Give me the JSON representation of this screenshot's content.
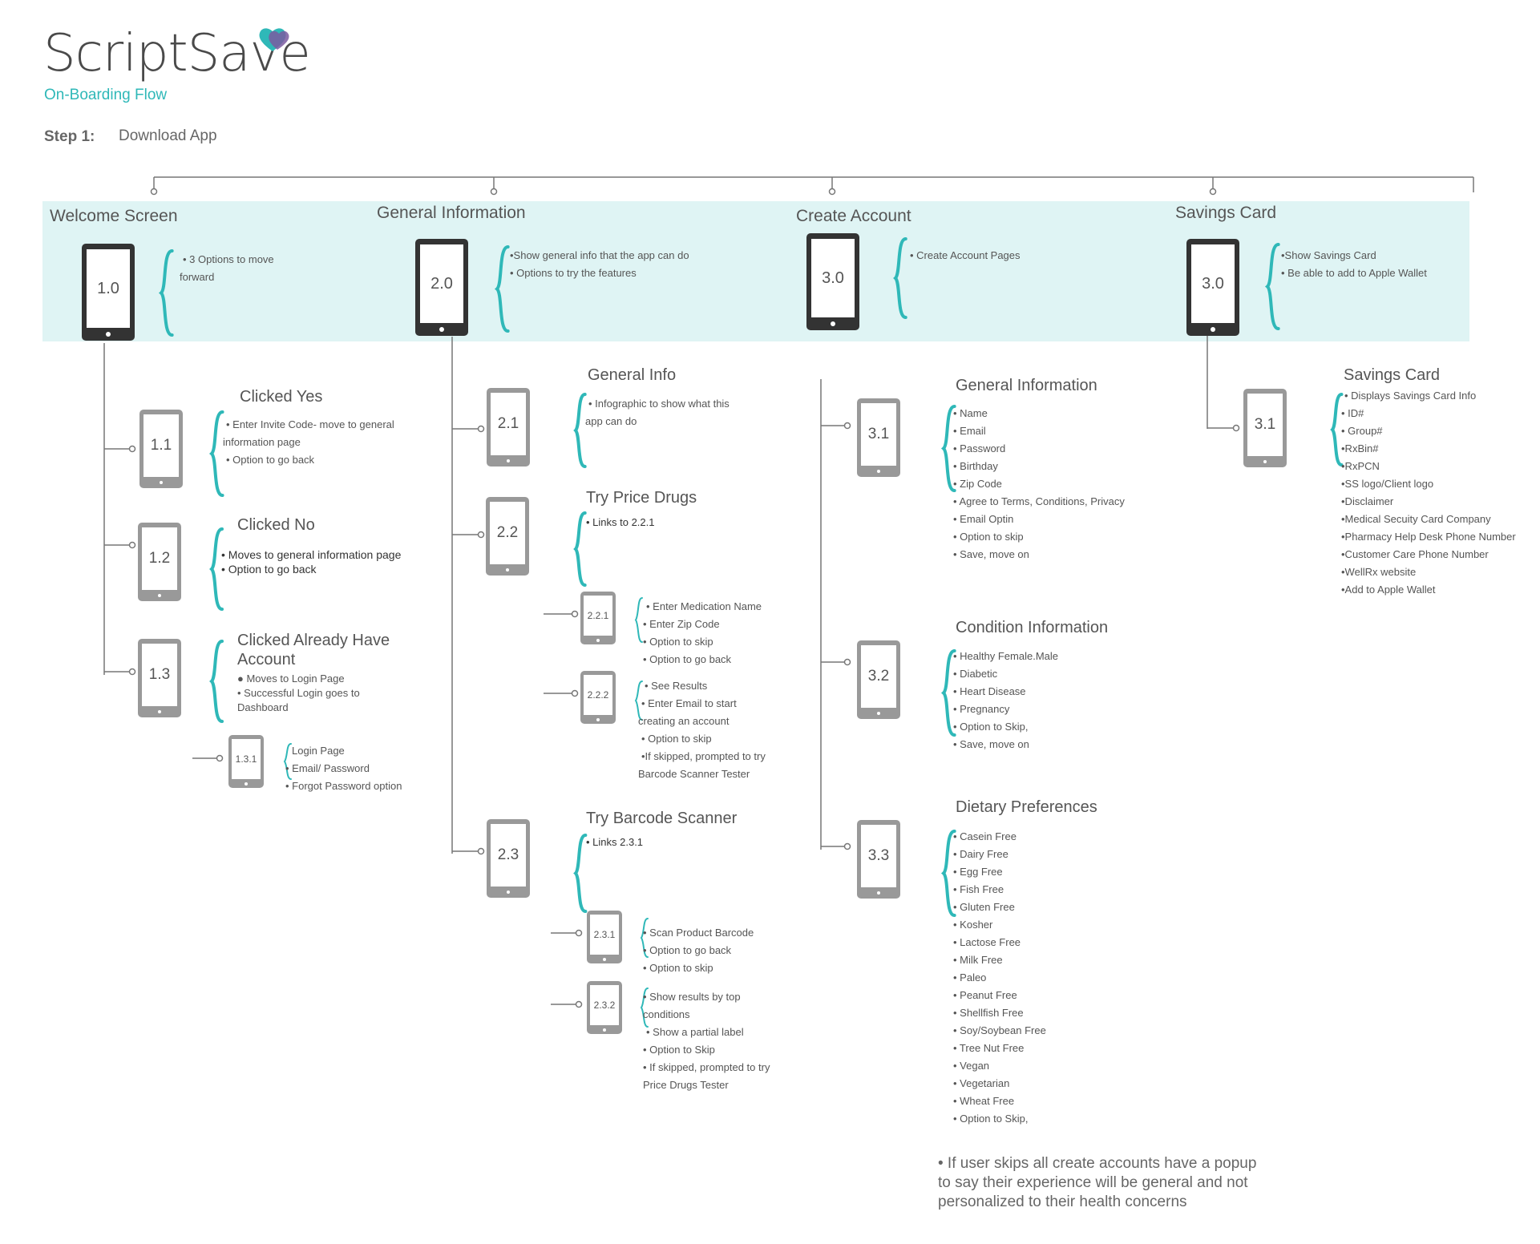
{
  "header": {
    "logo_text": "ScriptSave",
    "subtitle": "On-Boarding Flow",
    "step_label": "Step 1:",
    "step_value": "Download App"
  },
  "colors": {
    "accent": "#2fb8b8",
    "band": "#dff4f4",
    "phone_dark": "#333333",
    "phone_light": "#999999"
  },
  "stages": [
    {
      "title": "Welcome Screen",
      "phone": "1.0",
      "bullets": [
        "• 3 Options to move",
        "forward"
      ]
    },
    {
      "title": "General Information",
      "phone": "2.0",
      "bullets": [
        "•Show general info that the app can do",
        "• Options to try the features"
      ]
    },
    {
      "title": "Create Account",
      "phone": "3.0",
      "bullets": [
        "• Create Account Pages"
      ]
    },
    {
      "title": "Savings Card",
      "phone": "3.0",
      "bullets": [
        "•Show Savings Card",
        "• Be able to add to Apple Wallet"
      ]
    }
  ],
  "welcome": [
    {
      "title": "Clicked Yes",
      "phone": "1.1",
      "bullets": [
        "• Enter Invite Code- move to  general",
        "information page",
        "• Option to go back"
      ]
    },
    {
      "title": "Clicked No",
      "phone": "1.2",
      "bullets": [
        "• Moves to general information page",
        "• Option to go back"
      ]
    },
    {
      "title": "Clicked Already Have",
      "title2": "Account",
      "phone": "1.3",
      "bullets": [
        "●  Moves to Login Page",
        "• Successful Login goes to",
        "Dashboard"
      ]
    },
    {
      "phone": "1.3.1",
      "bullets": [
        "Login Page",
        "• Email/ Password",
        "• Forgot Password option"
      ]
    }
  ],
  "general": [
    {
      "title": "General Info",
      "phone": "2.1",
      "bullets": [
        "• Infographic to show what this",
        "app can do"
      ]
    },
    {
      "title": "Try Price Drugs",
      "phone": "2.2",
      "bullets": [
        "• Links to 2.2.1"
      ]
    },
    {
      "phone": "2.2.1",
      "bullets": [
        "• Enter Medication Name",
        "• Enter Zip Code",
        "• Option to skip",
        "• Option to go back"
      ]
    },
    {
      "phone": "2.2.2",
      "bullets": [
        "• See Results",
        "• Enter Email to start",
        "creating an account",
        "• Option to skip",
        "•If skipped, prompted to try",
        "Barcode Scanner Tester"
      ]
    },
    {
      "title": "Try Barcode Scanner",
      "phone": "2.3",
      "bullets": [
        "• Links 2.3.1"
      ]
    },
    {
      "phone": "2.3.1",
      "bullets": [
        "• Scan Product Barcode",
        "• Option to go back",
        "• Option to skip"
      ]
    },
    {
      "phone": "2.3.2",
      "bullets": [
        "• Show results by top",
        "conditions",
        "• Show a partial label",
        "• Option to Skip",
        "• If skipped, prompted to try",
        "Price Drugs Tester"
      ]
    }
  ],
  "account": [
    {
      "title": "General Information",
      "phone": "3.1",
      "bullets": [
        "• Name",
        "• Email",
        "• Password",
        "• Birthday",
        "• Zip Code",
        "• Agree to Terms, Conditions, Privacy",
        "• Email Optin",
        "•  Option to skip",
        "•  Save, move on"
      ]
    },
    {
      "title": "Condition Information",
      "phone": "3.2",
      "bullets": [
        "•  Healthy Female.Male",
        "•  Diabetic",
        "• Heart Disease",
        "• Pregnancy",
        "•  Option to Skip,",
        "•  Save, move on"
      ]
    },
    {
      "title": "Dietary Preferences",
      "phone": "3.3",
      "bullets": [
        "• Casein Free",
        "• Dairy Free",
        "• Egg Free",
        "• Fish Free",
        "• Gluten Free",
        "• Kosher",
        "• Lactose Free",
        "• Milk Free",
        "• Paleo",
        "• Peanut Free",
        "• Shellfish Free",
        "• Soy/Soybean Free",
        "• Tree Nut Free",
        "• Vegan",
        "• Vegetarian",
        "• Wheat Free",
        "•  Option to Skip,"
      ]
    }
  ],
  "savings": [
    {
      "title": "Savings Card",
      "phone": "3.1",
      "bullets": [
        "• Displays Savings Card Info",
        "• ID#",
        "• Group#",
        "•RxBin#",
        "•RxPCN",
        "•SS logo/Client logo",
        "•Disclaimer",
        "•Medical Secuity Card Company",
        "•Pharmacy Help Desk Phone Number",
        "•Customer Care Phone Number",
        "•WellRx website",
        "•Add to Apple Wallet"
      ]
    }
  ],
  "note": [
    "•  If user skips all create accounts have a popup",
    "to say their experience will be general and not",
    "personalized to their health concerns"
  ]
}
